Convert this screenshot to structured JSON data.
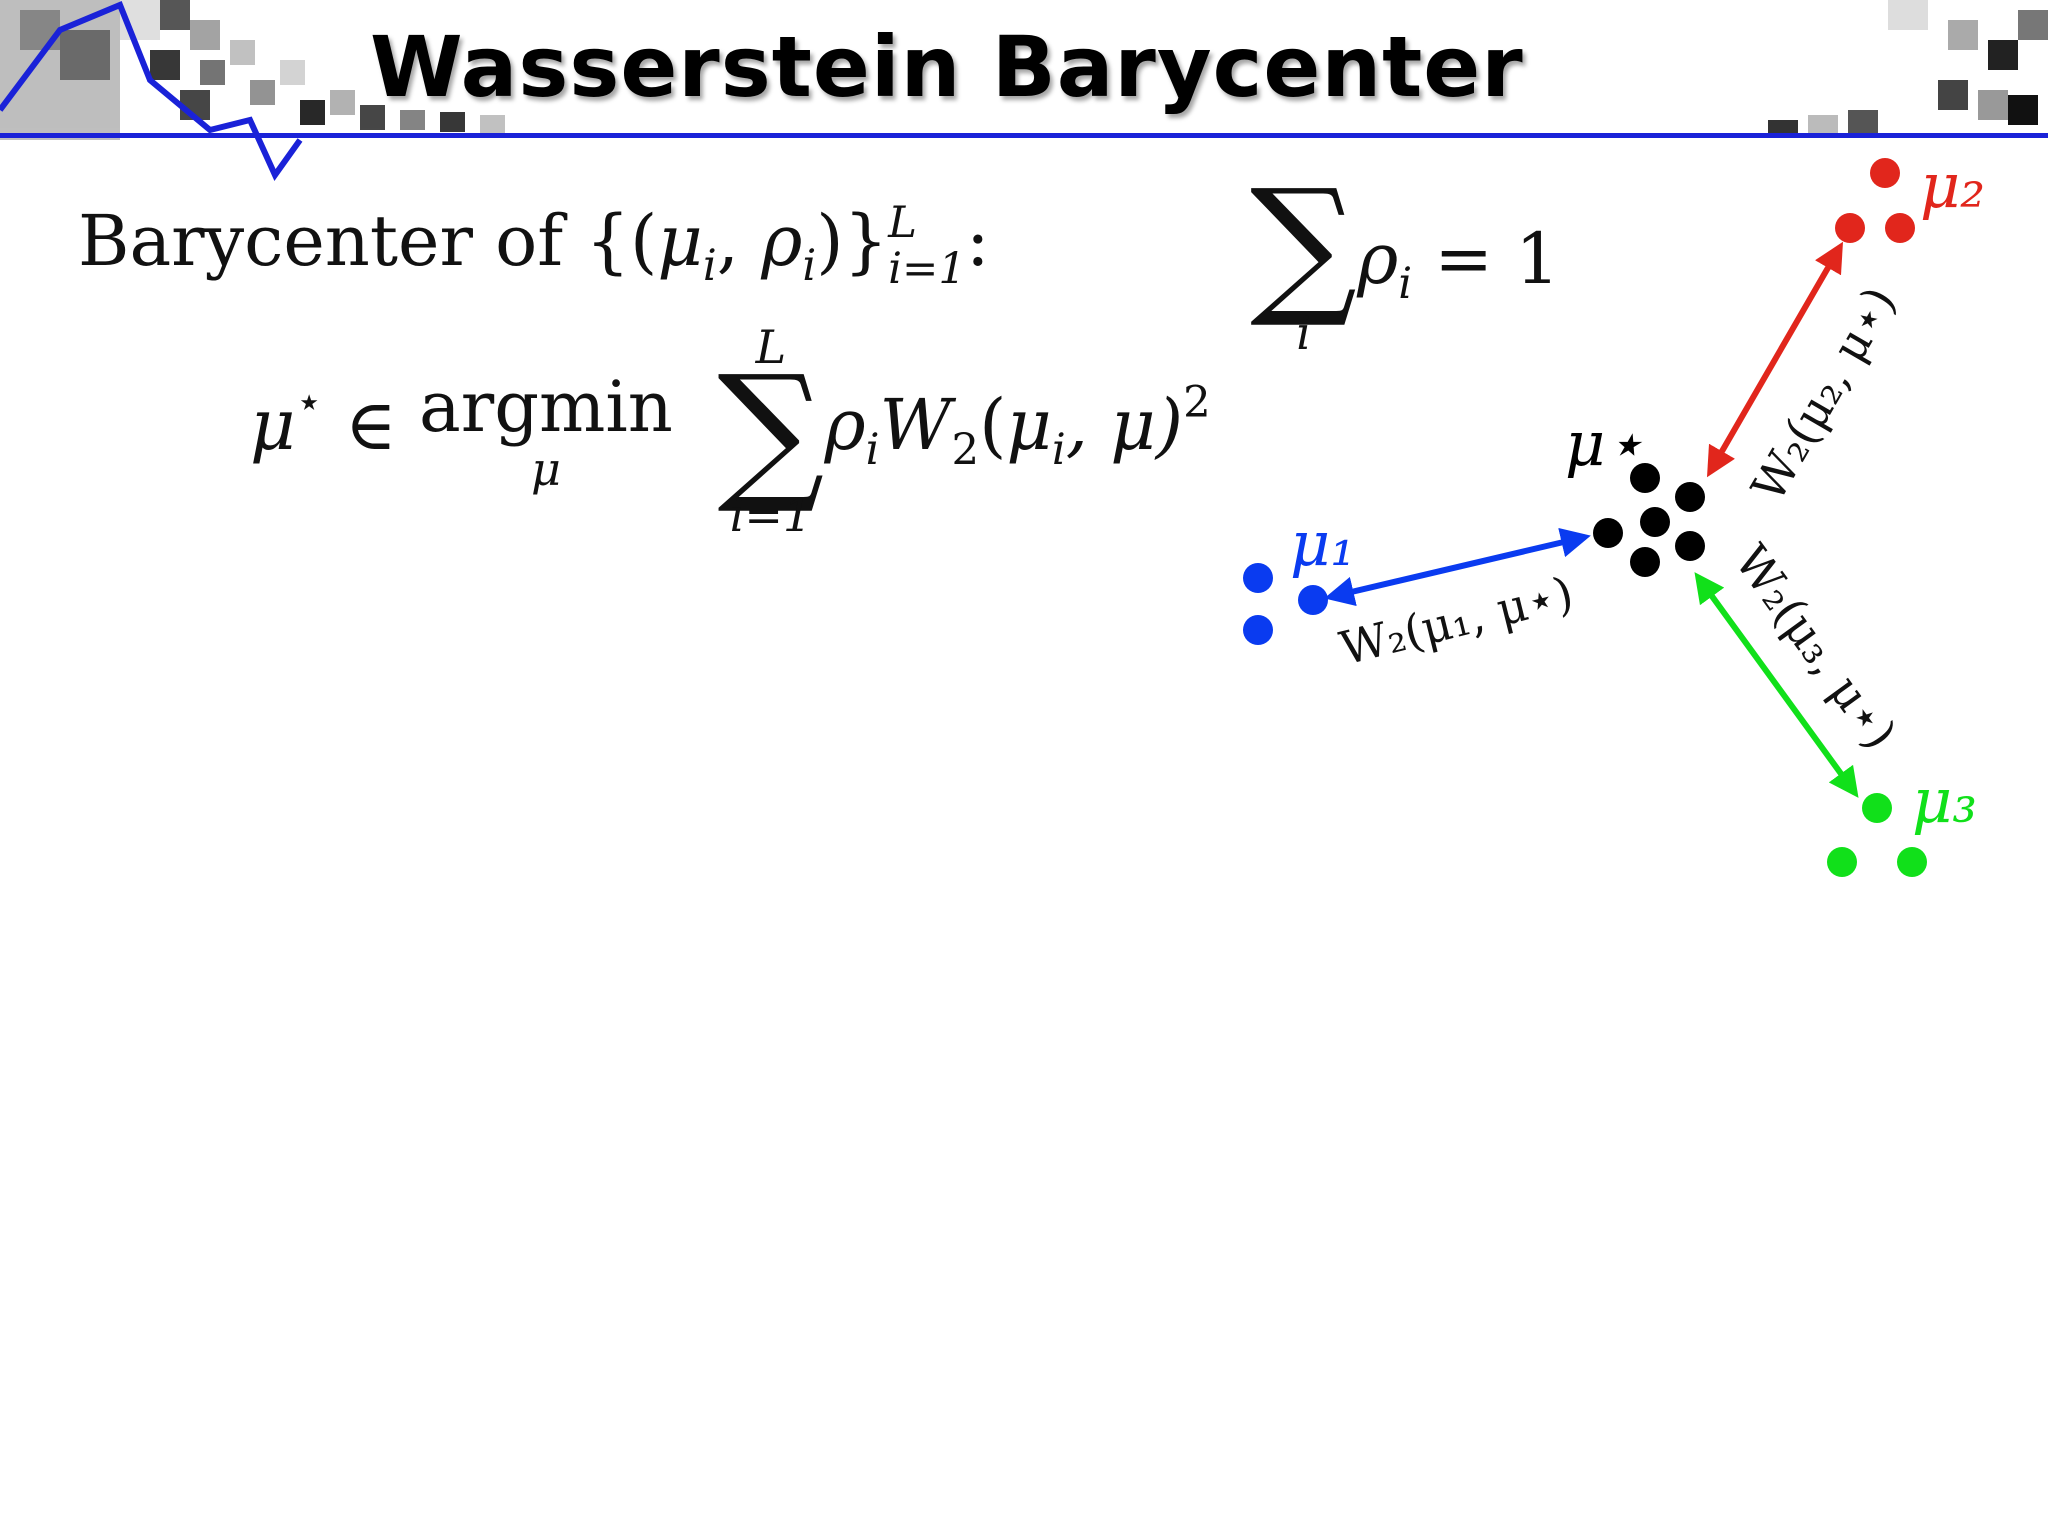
{
  "slide": {
    "title": "Wasserstein Barycenter"
  },
  "formulas": {
    "bary_lead": "Barycenter of {(",
    "bary_mu": "μ",
    "bary_i1": "i",
    "bary_comma": ", ",
    "bary_rho": "ρ",
    "bary_i2": "i",
    "bary_close": ")}",
    "bary_sup": "L",
    "bary_sub": "i=1",
    "bary_colon": ":",
    "weights_sigma": "∑",
    "weights_index": "i",
    "weights_rho": "ρ",
    "weights_sub": "i",
    "weights_eq": " = 1",
    "obj_mu": "μ",
    "obj_star": "⋆",
    "obj_in": " ∈ ",
    "obj_argmin": "argmin",
    "obj_argmin_sub": "μ",
    "obj_sum_top": "L",
    "obj_sigma": "∑",
    "obj_sum_bot": "i=1",
    "obj_rho": "ρ",
    "obj_rho_sub": "i",
    "obj_W": "W",
    "obj_W_sub": "2",
    "obj_args_open": "(",
    "obj_arg_mu": "μ",
    "obj_arg_sub": "i",
    "obj_arg_rest": ", μ)",
    "obj_sq": "2"
  },
  "diagram": {
    "labels": {
      "mu1": "μ₁",
      "mu2": "μ₂",
      "mu3": "μ₃",
      "mustar": "μ⋆",
      "w_mu1": "W₂(μ₁, μ⋆)",
      "w_mu2": "W₂(μ₂, μ⋆)",
      "w_mu3": "W₂(μ₃, μ⋆)"
    },
    "colors": {
      "mu1": "#0a3bf0",
      "mu2": "#e1261c",
      "mu3": "#11e01a",
      "mustar": "#000000",
      "rule": "#1a22d8"
    }
  }
}
